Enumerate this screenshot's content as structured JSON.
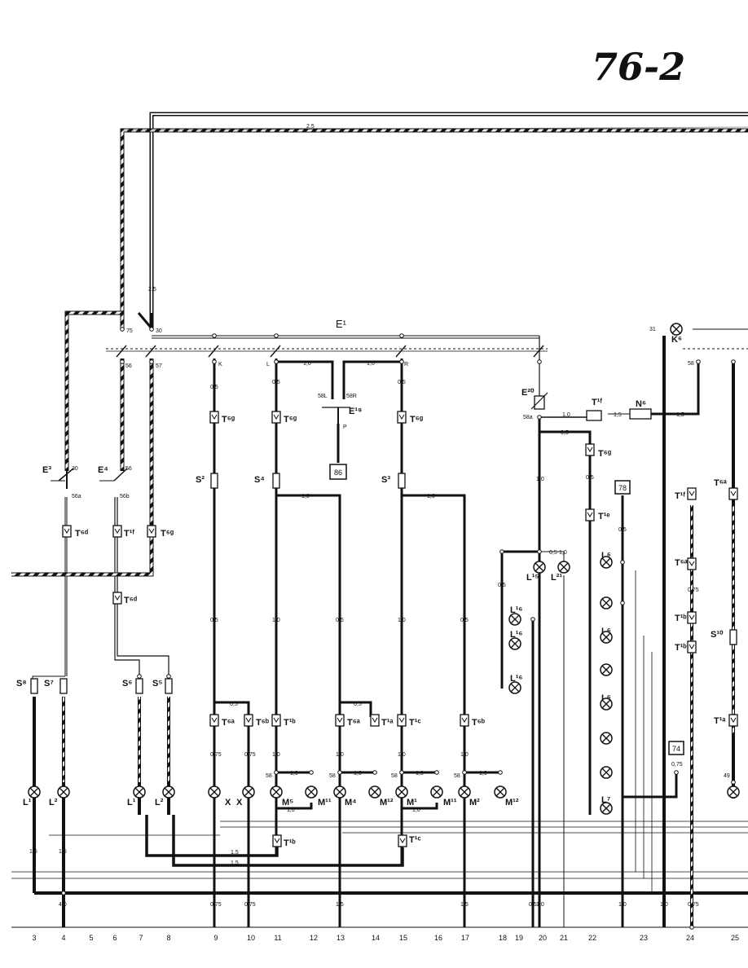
{
  "page_number": "76-2",
  "columns": [
    "3",
    "4",
    "5",
    "6",
    "7",
    "8",
    "9",
    "10",
    "11",
    "12",
    "13",
    "14",
    "15",
    "16",
    "17",
    "18",
    "19",
    "20",
    "21",
    "22",
    "23",
    "24",
    "25"
  ],
  "labels": {
    "e1": "E¹",
    "k6": "K⁶",
    "e20": "E²⁰",
    "n6": "N⁶",
    "e19": "E¹⁹",
    "e3": "E³",
    "e4": "E⁴",
    "s2": "S²",
    "s3": "S³",
    "s4": "S⁴",
    "s10": "S¹⁰",
    "s5": "S⁵",
    "s6": "S⁶",
    "s7": "S⁷",
    "s8": "S⁸",
    "l15": "L¹⁵",
    "l21": "L²¹",
    "l6": "L⁶",
    "l1": "L¹",
    "l2": "L²",
    "l7": "L⁷",
    "x": "X",
    "m1": "M¹",
    "m2": "M²",
    "m4": "M⁴",
    "m5": "M⁵",
    "m11": "M¹¹",
    "m12": "M¹²",
    "t6a": "T⁶ᵃ",
    "t6b": "T⁶ᵇ",
    "t6d": "T⁶ᵈ",
    "t6g": "T⁶ᵍ",
    "t1b": "T¹ᵇ",
    "t1c": "T¹ᶜ",
    "t1e": "T¹ᵉ",
    "t1f": "T¹ᶠ",
    "t1a": "T¹ᵃ"
  },
  "terminals": {
    "t30": "30",
    "t31": "31",
    "t49": "49",
    "t56": "56",
    "t56a": "56a",
    "t56b": "56b",
    "t57": "57",
    "t58": "58",
    "t58a": "58a",
    "t58l": "58L",
    "t58r": "58R",
    "t75": "75",
    "k": "K",
    "l": "L",
    "r": "R",
    "p": "P"
  },
  "wire_sizes": {
    "w25": "2,5",
    "w15": "1,5",
    "w10": "1,0",
    "w05": "0,5",
    "w075": "0,75",
    "w40": "4,0"
  },
  "boxes": {
    "b86": "86",
    "b78": "78",
    "b74": "74"
  },
  "colors": {
    "ink": "#111111",
    "paper": "#ffffff"
  }
}
